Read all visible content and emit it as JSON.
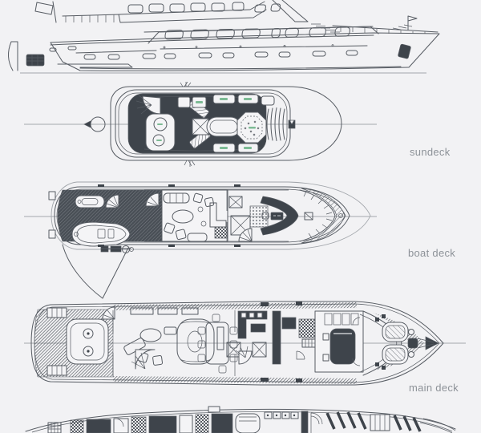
{
  "colors": {
    "background": "#f2f2f4",
    "line": "#575c63",
    "dark_fill": "#3e444b",
    "label_text": "#8d9298",
    "accent_green": "#7dbb95"
  },
  "deck_labels": {
    "sundeck": "sundeck",
    "boat_deck": "boat deck",
    "main_deck": "main deck"
  },
  "views": [
    {
      "name": "yacht-profile-side-view"
    },
    {
      "name": "sundeck-plan"
    },
    {
      "name": "boat-deck-plan"
    },
    {
      "name": "main-deck-plan"
    },
    {
      "name": "lower-deck-plan-partial"
    }
  ]
}
